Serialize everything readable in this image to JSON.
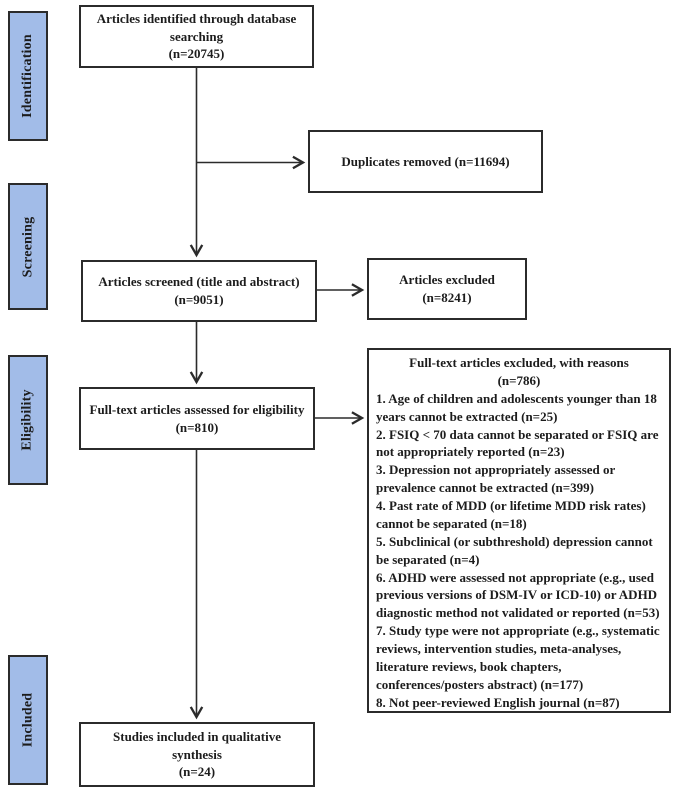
{
  "figure": {
    "accent_fill": "#a2bce8",
    "line_color": "#2b2b2b",
    "text_color": "#1c1c1c"
  },
  "sidebar": {
    "items": [
      {
        "label": "Identification"
      },
      {
        "label": "Screening"
      },
      {
        "label": "Eligibility"
      },
      {
        "label": "Included"
      }
    ]
  },
  "boxes": {
    "identified": "Articles identified through database\nsearching\n(n=20745)",
    "duplicates": "Duplicates removed (n=11694)",
    "screened": "Articles screened (title and abstract)\n(n=9051)",
    "excluded": "Articles excluded\n(n=8241)",
    "fulltext": "Full-text articles assessed for eligibility\n(n=810)",
    "included": "Studies included in qualitative\nsynthesis\n(n=24)"
  },
  "reasons": {
    "heading": "Full-text articles excluded, with reasons\n(n=786)",
    "items": [
      "1. Age of children and adolescents younger than 18 years cannot be extracted (n=25)",
      "2. FSIQ < 70 data cannot be separated or FSIQ are not appropriately reported (n=23)",
      "3. Depression not appropriately assessed or prevalence cannot be extracted (n=399)",
      "4. Past rate of MDD (or lifetime MDD risk rates) cannot be separated (n=18)",
      "5. Subclinical (or subthreshold) depression cannot be separated (n=4)",
      "6. ADHD were assessed not appropriate (e.g., used previous versions of DSM-IV or ICD-10) or ADHD diagnostic method not validated or reported (n=53)",
      "7. Study type were not appropriate (e.g., systematic reviews, intervention studies, meta-analyses, literature reviews, book chapters, conferences/posters abstract) (n=177)",
      "8. Not peer-reviewed English journal (n=87)"
    ]
  }
}
